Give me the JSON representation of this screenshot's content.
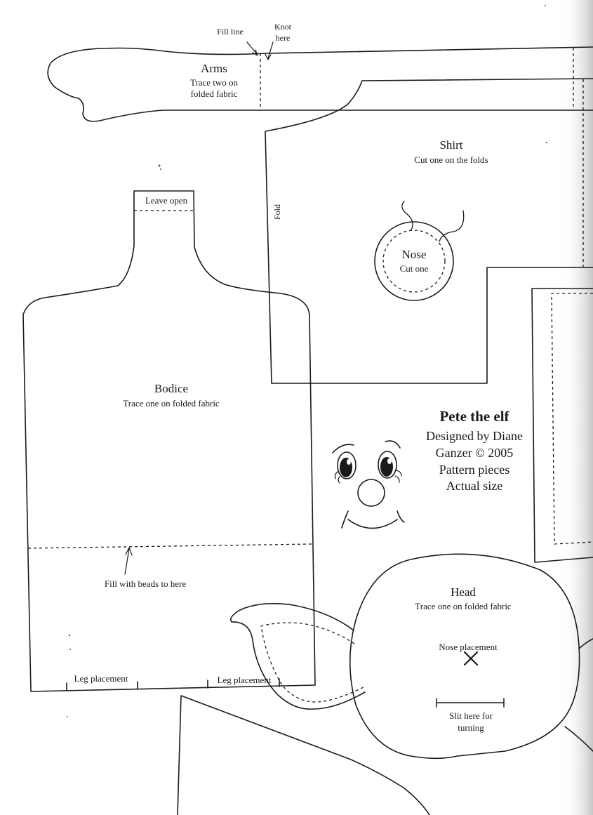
{
  "arms": {
    "title": "Arms",
    "line1": "Trace two on",
    "line2": "folded fabric",
    "fill_line": "Fill line",
    "knot_line1": "Knot",
    "knot_line2": "here"
  },
  "shirt": {
    "title": "Shirt",
    "subtitle": "Cut one on the folds",
    "fold": "Fold"
  },
  "nose": {
    "title": "Nose",
    "subtitle": "Cut one"
  },
  "bodice": {
    "title": "Bodice",
    "subtitle": "Trace one on folded fabric",
    "leave_open": "Leave open",
    "fill_beads": "Fill with beads to here",
    "leg_left": "Leg placement",
    "leg_right": "Leg placement"
  },
  "credit": {
    "title": "Pete the elf",
    "line1": "Designed by Diane",
    "line2": "Ganzer © 2005",
    "line3": "Pattern pieces",
    "line4": "Actual size"
  },
  "head": {
    "title": "Head",
    "subtitle": "Trace one on folded fabric",
    "nose_placement": "Nose placement",
    "slit_line1": "Slit here for",
    "slit_line2": "turning"
  }
}
